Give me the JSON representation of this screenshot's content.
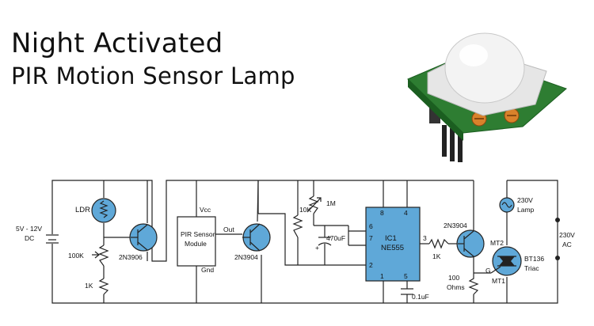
{
  "title": {
    "line1": "Night Activated",
    "line2": "PIR Motion Sensor Lamp"
  },
  "labels": {
    "supply": "5V - 12V",
    "supply_dc": "DC",
    "ldr": "LDR",
    "pot_100k": "100K",
    "r_1k_left": "1K",
    "q1": "2N3906",
    "vcc": "Vcc",
    "pir_line1": "PIR Sensor",
    "pir_line2": "Module",
    "out": "Out",
    "gnd": "Gnd",
    "q2": "2N3904",
    "r_10k": "10K",
    "pot_1m": "1M",
    "cap_470": "470uF",
    "ic_name": "IC1",
    "ic_part": "NE555",
    "pin8": "8",
    "pin4": "4",
    "pin6": "6",
    "pin7": "7",
    "pin2": "2",
    "pin1": "1",
    "pin5": "5",
    "pin3": "3",
    "cap_01": "0.1uF",
    "r_1k_right": "1K",
    "q3": "2N3904",
    "r_100": "100",
    "ohms": "Ohms",
    "lamp_line1": "230V",
    "lamp_line2": "Lamp",
    "mt2": "MT2",
    "g": "G",
    "mt1": "MT1",
    "triac_line1": "BT136",
    "triac_line2": "Triac",
    "ac_line1": "230V",
    "ac_line2": "AC"
  },
  "colors": {
    "component_fill": "#5fa8d8",
    "wire": "#222222",
    "pcb_green": "#2e7d32",
    "dome": "#f1f1f1",
    "pot_orange": "#d9822b"
  }
}
